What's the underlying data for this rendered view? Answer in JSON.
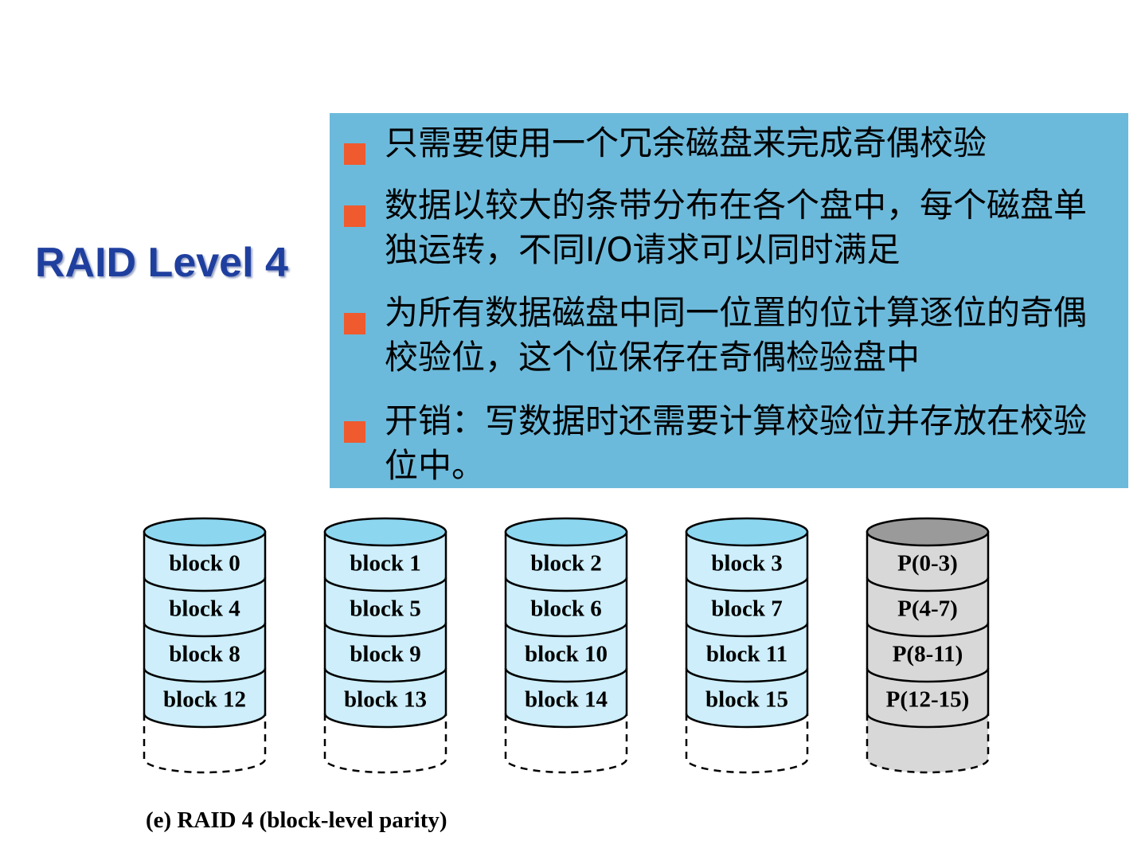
{
  "slide": {
    "title": "RAID Level 4",
    "bullets": [
      "只需要使用一个冗余磁盘来完成奇偶校验",
      "数据以较大的条带分布在各个盘中，每个磁盘单独运转，不同I/O请求可以同时满足",
      "为所有数据磁盘中同一位置的位计算逐位的奇偶校验位，这个位保存在奇偶检验盘中",
      "开销：写数据时还需要计算校验位并存放在校验位中。"
    ],
    "bullet_marker_color": "#ef5a2e",
    "panel_color": "#6cbadb",
    "title_color": "#1f3f9f"
  },
  "diagram": {
    "disks": [
      {
        "type": "data",
        "blocks": [
          "block 0",
          "block 4",
          "block 8",
          "block 12"
        ]
      },
      {
        "type": "data",
        "blocks": [
          "block 1",
          "block 5",
          "block 9",
          "block 13"
        ]
      },
      {
        "type": "data",
        "blocks": [
          "block 2",
          "block 6",
          "block 10",
          "block 14"
        ]
      },
      {
        "type": "data",
        "blocks": [
          "block 3",
          "block 7",
          "block 11",
          "block 15"
        ]
      },
      {
        "type": "parity",
        "blocks": [
          "P(0-3)",
          "P(4-7)",
          "P(8-11)",
          "P(12-15)"
        ]
      }
    ],
    "colors": {
      "data_top": "#8dd6f0",
      "data_body": "#cdeefa",
      "parity_top": "#9a9a9a",
      "parity_body": "#d8d8d8"
    },
    "caption": "(e) RAID 4 (block-level parity)"
  }
}
